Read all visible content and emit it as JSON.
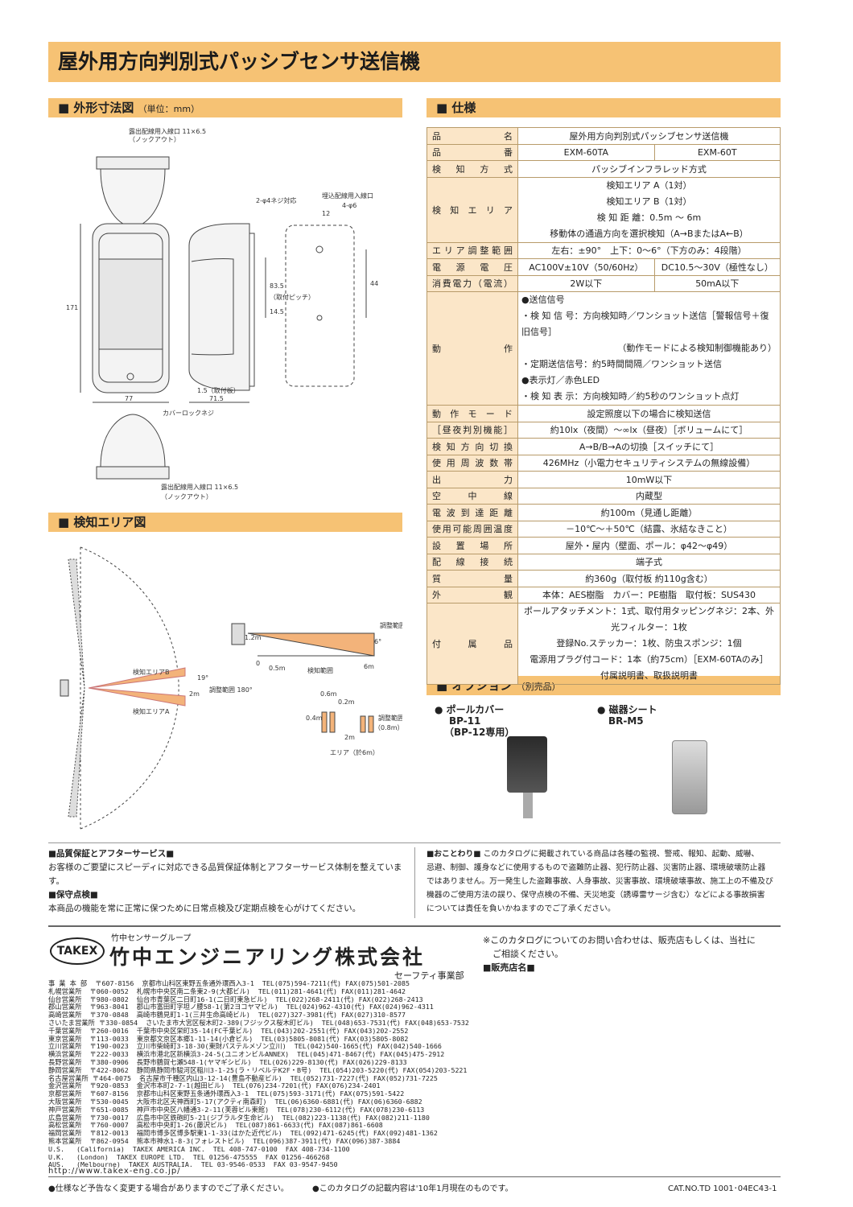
{
  "title": "屋外用方向判別式パッシブセンサ送信機",
  "sections": {
    "dims": "外形寸法図",
    "dims_unit": "（単位：mm）",
    "spec": "仕様",
    "area": "検知エリア図",
    "option": "オプション",
    "option_sub": "（別売品）"
  },
  "dims_labels": {
    "top_entry": "露出配線用入線口 11×6.5",
    "top_knock": "（ノックアウト）",
    "screw": "2-φ4ネジ対応",
    "embed": "埋込配線用入線口",
    "embed2": "4-φ6",
    "d12": "12",
    "d835": "83.5",
    "d835b": "（取付ピッチ）",
    "d44": "44",
    "d145": "14.5",
    "d171": "171",
    "d15": "1.5（取付板）",
    "d77": "77",
    "d715": "71.5",
    "cover": "カバーロックネジ",
    "bottom_entry": "露出配線用入線口 11×6.5",
    "bottom_knock": "（ノックアウト）"
  },
  "area_labels": {
    "areaB": "検知エリアB",
    "areaA": "検知エリアA",
    "range180": "調整範囲 180°",
    "d19": "19°",
    "d2m": "2m",
    "h12": "1.2m",
    "zero": "0",
    "d05": "0.5m",
    "d6m": "6m",
    "detect_range": "検知範囲",
    "six": "6°",
    "adj": "調整範囲",
    "d06": "0.6m",
    "d02": "0.2m",
    "d04": "0.4m",
    "d2m_b": "2m",
    "adj2": "調整範囲",
    "d08": "（0.8m）",
    "area_at": "エリア（於6m）"
  },
  "spec_rows": [
    {
      "label": "品名",
      "cells": [
        "屋外用方向判別式パッシブセンサ送信機"
      ]
    },
    {
      "label": "品番",
      "cells": [
        "EXM-60TA",
        "EXM-60T"
      ]
    },
    {
      "label": "検知方式",
      "cells": [
        "パッシブインフラレッド方式"
      ]
    },
    {
      "label": "検知エリア",
      "lines": [
        "検知エリア A（1対）",
        "検知エリア B（1対）",
        "検 知 距 離：0.5m ～ 6m",
        "移動体の通過方向を選択検知（A→BまたはA←B）"
      ]
    },
    {
      "label": "エリア調整範囲",
      "cells": [
        "左右：±90°　上下：0～6°（下方のみ：4段階）"
      ]
    },
    {
      "label": "電源電圧",
      "cells": [
        "AC100V±10V（50/60Hz）",
        "DC10.5～30V（極性なし）"
      ]
    },
    {
      "label": "消費電力（電流）",
      "cells": [
        "2W以下",
        "50mA以下"
      ]
    },
    {
      "label": "動作",
      "lines": [
        "●送信信号",
        "・検 知 信 号：方向検知時／ワンショット送信［警報信号＋復旧信号］",
        "（動作モードによる検知制御機能あり）",
        "・定期送信信号：約5時間間隔／ワンショット送信",
        "●表示灯／赤色LED",
        "・検 知 表 示：方向検知時／約5秒のワンショット点灯"
      ]
    },
    {
      "label": "動作モード",
      "cells": [
        "設定照度以下の場合に検知送信"
      ]
    },
    {
      "label": "［昼夜判別機能］",
      "cells": [
        "約10lx（夜間）～∞lx（昼夜）［ボリュームにて］"
      ]
    },
    {
      "label": "検知方向切換",
      "cells": [
        "A→B/B→Aの切換［スイッチにて］"
      ]
    },
    {
      "label": "使用周波数帯",
      "cells": [
        "426MHz（小電力セキュリティシステムの無線設備）"
      ]
    },
    {
      "label": "出力",
      "cells": [
        "10mW以下"
      ]
    },
    {
      "label": "空中線",
      "cells": [
        "内蔵型"
      ]
    },
    {
      "label": "電波到達距離",
      "cells": [
        "約100m（見通し距離）"
      ]
    },
    {
      "label": "使用可能周囲温度",
      "cells": [
        "－10℃～＋50℃（結露、氷結なきこと）"
      ]
    },
    {
      "label": "設置場所",
      "cells": [
        "屋外・屋内（壁面、ポール：φ42～φ49）"
      ]
    },
    {
      "label": "配線接続",
      "cells": [
        "端子式"
      ]
    },
    {
      "label": "質量",
      "cells": [
        "約360g（取付板 約110g含む）"
      ]
    },
    {
      "label": "外観",
      "cells": [
        "本体：AES樹脂　カバー：PE樹脂　取付板：SUS430"
      ]
    },
    {
      "label": "付属品",
      "lines": [
        "ポールアタッチメント：1式、取付用タッピングネジ：2本、外光フィルター：1枚",
        "登録No.ステッカー：1枚、防虫スポンジ：1個",
        "電源用プラグ付コード：1本（約75cm）［EXM-60TAのみ］",
        "付属説明書、取扱説明書"
      ]
    }
  ],
  "options": [
    {
      "name": "● ポールカバー",
      "code": "BP-11",
      "note": "（BP-12専用）"
    },
    {
      "name": "● 磁器シート",
      "code": "BR-M5",
      "note": ""
    }
  ],
  "quality": {
    "h1": "■品質保証とアフターサービス■",
    "p1": "お客様のご要望にスピーディに対応できる品質保証体制とアフターサービス体制を整えています。",
    "h2": "■保守点検■",
    "p2": "本商品の機能を常に正常に保つために日常点検及び定期点検を心がけてください。"
  },
  "notice": {
    "h": "■おことわり■",
    "lines": [
      "このカタログに掲載されている商品は各種の監視、警戒、報知、起動、威嚇、",
      "忌避、制御、護身などに使用するもので盗難防止器、犯行防止器、災害防止器、環境破壊防止器",
      "ではありません。万一発生した盗難事故、人身事故、災害事故、環境破壊事故、施工上の不備及び",
      "機器のご使用方法の誤り、保守点検の不備、天災地変（誘導雷サージ含む）などによる事故損害",
      "については責任を負いかねますのでご了承ください。"
    ]
  },
  "company": {
    "logo": "TAKEX",
    "group": "竹中センサーグループ",
    "name": "竹中エンジニアリング株式会社",
    "division": "セーフティ事業部",
    "inquiry1": "※このカタログについてのお問い合わせは、販売店もしくは、当社に",
    "inquiry2": "ご相談ください。",
    "dealer": "■販売店名■"
  },
  "offices": [
    "事 業 本 部  〒607-8156  京都市山科区東野五条通外環西入3-1  TEL(075)594-7211(代) FAX(075)501-2085",
    "札幌営業所  〒060-0052  札幌市中央区南二条東2-9(大都ビル)  TEL(011)281-4641(代) FAX(011)281-4642",
    "仙台営業所  〒980-0802  仙台市青葉区二日町16-1(二日町東急ビル)  TEL(022)268-2411(代) FAX(022)268-2413",
    "郡山営業所  〒963-8041  郡山市富田町字坦ノ腰58-1(第2ヨコヤマビル)  TEL(024)962-4310(代) FAX(024)962-4311",
    "高崎営業所  〒370-0848  高崎市鶴見町1-1(三井生命高崎ビル)  TEL(027)327-3981(代) FAX(027)310-8577",
    "さいたま営業所 〒330-0854  さいたま市大宮区桜木町2-389(フジックス桜木町ビル)  TEL(048)653-7531(代) FAX(048)653-7532",
    "千葉営業所  〒260-0016  千葉市中央区栄町35-14(FC千葉ビル)  TEL(043)202-2551(代) FAX(043)202-2552",
    "東京営業所  〒113-0033  東京都文京区本郷1-11-14(小倉ビル)  TEL(03)5805-8081(代) FAX(03)5805-8082",
    "立川営業所  〒190-0023  立川市柴崎町3-18-30(東財パステルメゾン立川)  TEL(042)540-1665(代) FAX(042)540-1666",
    "横浜営業所  〒222-0033  横浜市港北区新横浜3-24-5(ユニオンビルANNEX)  TEL(045)471-8467(代) FAX(045)475-2912",
    "長野営業所  〒380-0906  長野市鶴賀七瀬548-1(ヤマギシビル)  TEL(026)229-8130(代) FAX(026)229-8133",
    "静岡営業所  〒422-8062  静岡県静岡市駿河区稲川3-1-25(ラ・リベルテK2F・B号)  TEL(054)203-5220(代) FAX(054)203-5221",
    "名古屋営業所 〒464-0075  名古屋市千種区内山3-12-14(豊島不動産ビル)  TEL(052)731-7227(代) FAX(052)731-7225",
    "金沢営業所  〒920-0853  金沢市本町2-7-1(越田ビル)  TEL(076)234-7201(代) FAX(076)234-2401",
    "京都営業所  〒607-8156  京都市山科区東野五条通外環西入3-1  TEL(075)593-3171(代) FAX(075)591-5422",
    "大阪営業所  〒530-0045  大阪市北区天神西町5-17(アクティ南森町)  TEL(06)6360-6881(代) FAX(06)6360-6882",
    "神戸営業所  〒651-0085  神戸市中央区八幡通3-2-11(芙蓉ビル東館)  TEL(078)230-6112(代) FAX(078)230-6113",
    "広島営業所  〒730-0017  広島市中区鉄砲町5-21(ジブラルタ生命ビル)  TEL(082)223-1138(代) FAX(082)211-1180",
    "高松営業所  〒760-0007  高松市中央町1-26(藤沢ビル)  TEL(087)861-6633(代) FAX(087)861-6608",
    "福岡営業所  〒812-0013  福岡市博多区博多駅東1-1-33(はかた近代ビル)  TEL(092)471-6245(代) FAX(092)481-1362",
    "熊本営業所  〒862-0954  熊本市神水1-8-3(フォレストビル)  TEL(096)387-3911(代) FAX(096)387-3884",
    "U.S.   (California)  TAKEX AMERICA INC.  TEL 408-747-0100  FAX 408-734-1100",
    "U.K.   (London)  TAKEX EUROPE LTD.  TEL 01256-475555  FAX 01256-466268",
    "AUS.   (Melbourne)  TAKEX AUSTRALIA.  TEL 03-9546-0533  FAX 03-9547-9450"
  ],
  "footer": {
    "url": "http://www.takex-eng.co.jp/",
    "note1": "●仕様など予告なく変更する場合がありますのでご了承ください。",
    "note2": "●このカタログの記載内容は'10年1月現在のものです。",
    "cat": "CAT.NO.TD 1001･04EC43-1"
  }
}
